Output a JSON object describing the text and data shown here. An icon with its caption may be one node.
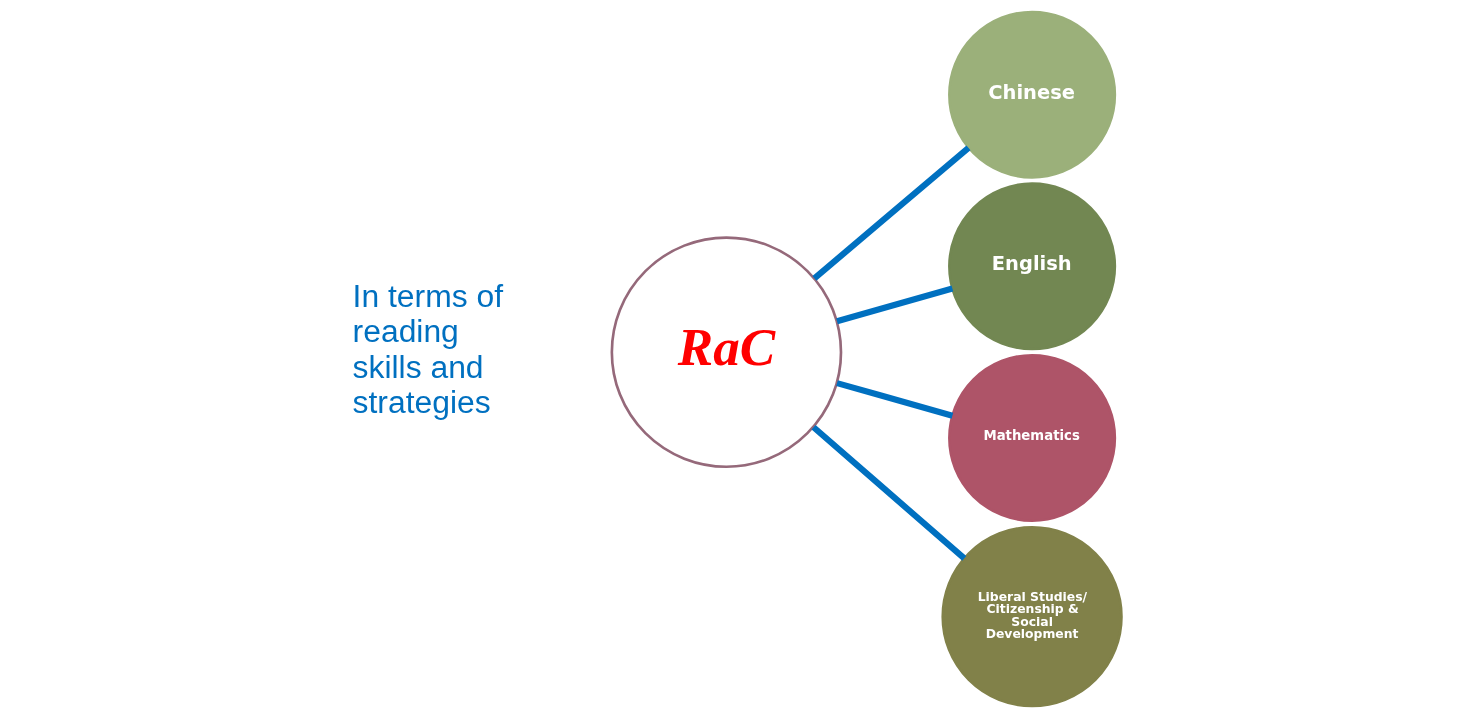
{
  "diagram": {
    "nodes": [
      {
        "text": [
          "RaC"
        ]
      },
      {
        "text": [
          "Chinese"
        ]
      },
      {
        "text": [
          "English"
        ]
      },
      {
        "text": [
          "Mathematics"
        ]
      },
      {
        "text": [
          "Liberal Studies/ Citizenship & Social Development"
        ]
      }
    ],
    "edges": [
      {
        "from": 0,
        "to": 1,
        "arrow": "none"
      },
      {
        "from": 0,
        "to": 2,
        "arrow": "none"
      },
      {
        "from": 0,
        "to": 3,
        "arrow": "none"
      },
      {
        "from": 0,
        "to": 4,
        "arrow": "none"
      }
    ],
    "labels": [
      "In terms of reading skills and strategies"
    ]
  }
}
